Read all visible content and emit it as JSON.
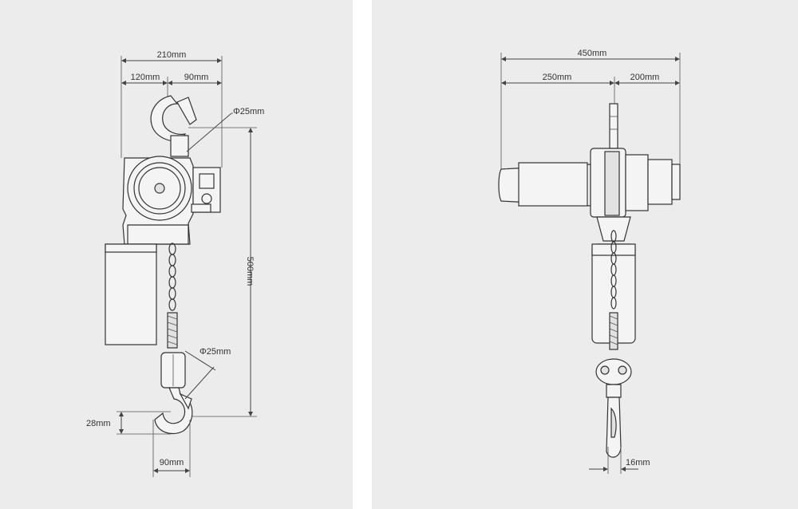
{
  "left_view": {
    "labels": {
      "overall_width": "210mm",
      "left_width": "120mm",
      "right_width": "90mm",
      "top_hook_dia": "Φ25mm",
      "height": "500mm",
      "bottom_hook_dia": "Φ25mm",
      "hook_throat": "28mm",
      "hook_width": "90mm"
    }
  },
  "right_view": {
    "labels": {
      "overall_width": "450mm",
      "left_width": "250mm",
      "right_width": "200mm",
      "chain_width": "16mm"
    }
  },
  "colors": {
    "panel_bg": "#ececec",
    "line": "#333333",
    "divider": "#ffffff"
  }
}
